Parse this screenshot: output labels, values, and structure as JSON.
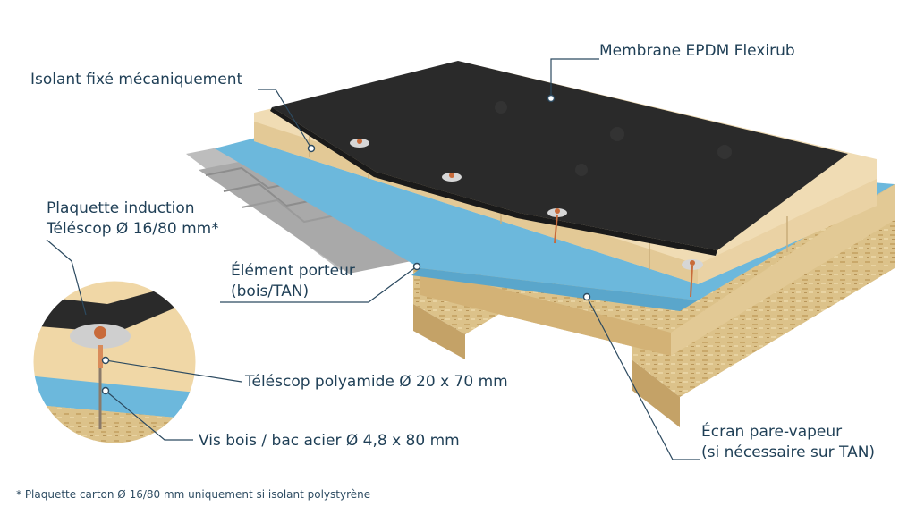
{
  "labels": {
    "membrane": "Membrane EPDM Flexirub",
    "isolant": "Isolant fixé mécaniquement",
    "plaquette_line1": "Plaquette induction",
    "plaquette_line2": "Téléscop Ø 16/80 mm*",
    "element_line1": "Élément porteur",
    "element_line2": "(bois/TAN)",
    "telescop": "Téléscop polyamide Ø 20 x 70 mm",
    "vis": "Vis bois / bac acier Ø 4,8 x 80 mm",
    "ecran_line1": "Écran pare-vapeur",
    "ecran_line2": "(si nécessaire sur TAN)"
  },
  "footnote": "* Plaquette carton Ø 16/80 mm uniquement si isolant polystyrène",
  "colors": {
    "label_text": "#1f3f56",
    "leader_line": "#2c4a60",
    "membrane": "#2a2a2a",
    "insulation": "#f0dcb4",
    "vapour_barrier": "#6cb8dc",
    "osb": "#d9bf86",
    "steel_deck": "#b9b9b9"
  }
}
